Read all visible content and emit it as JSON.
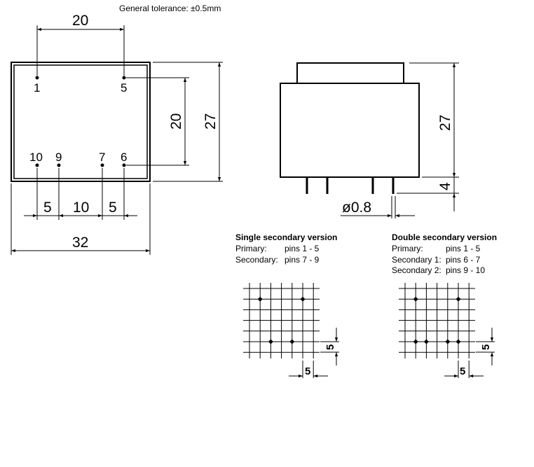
{
  "tolerance": "General tolerance:  ±0.5mm",
  "top_view": {
    "pins": [
      "1",
      "5",
      "10",
      "9",
      "7",
      "6"
    ],
    "dims": {
      "top_width": "20",
      "inner_height": "20",
      "height": "27",
      "spacing_a": "5",
      "spacing_b": "10",
      "spacing_c": "5",
      "width": "32"
    }
  },
  "side_view": {
    "height": "27",
    "pin_length": "4",
    "pin_diameter": "ø0.8"
  },
  "single": {
    "title": "Single secondary version",
    "rows": [
      [
        "Primary:",
        "pins 1 - 5"
      ],
      [
        "Secondary:",
        "pins 7 - 9"
      ]
    ],
    "grid_h": "5",
    "grid_v": "5"
  },
  "double": {
    "title": "Double secondary version",
    "rows": [
      [
        "Primary:",
        "pins 1 - 5"
      ],
      [
        "Secondary 1:",
        "pins 6 - 7"
      ],
      [
        "Secondary 2:",
        "pins 9 - 10"
      ]
    ],
    "grid_h": "5",
    "grid_v": "5"
  }
}
